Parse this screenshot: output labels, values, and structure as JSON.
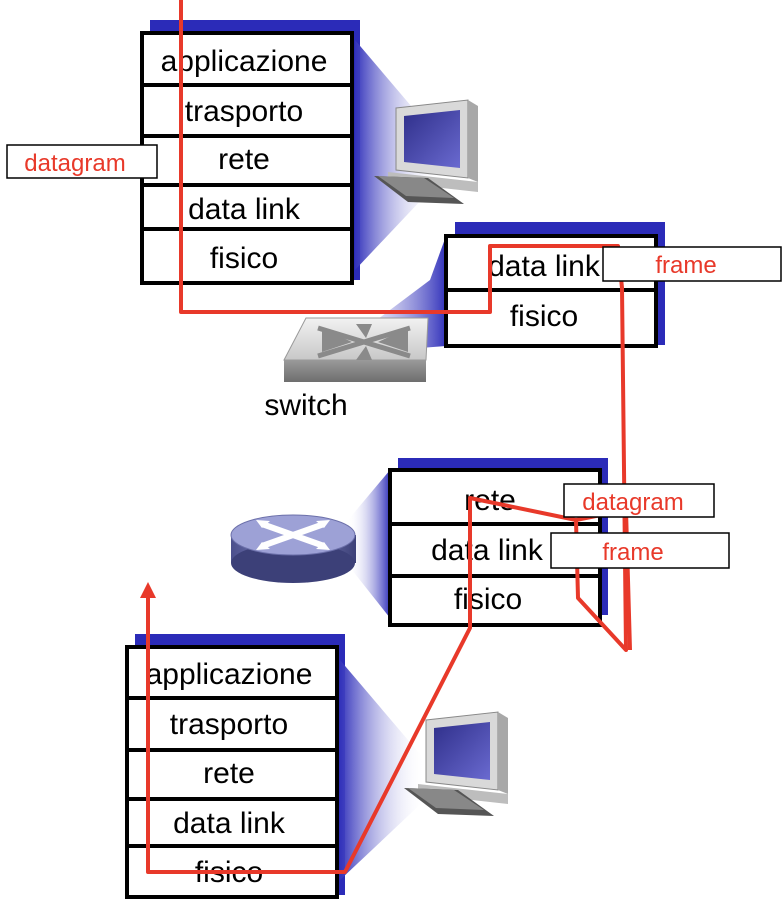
{
  "host_top": {
    "layers": [
      "applicazione",
      "trasporto",
      "rete",
      "data link",
      "fisico"
    ]
  },
  "switch_device": {
    "layers": [
      "data link",
      "fisico"
    ],
    "label": "switch"
  },
  "router_device": {
    "layers": [
      "rete",
      "data link",
      "fisico"
    ]
  },
  "host_bottom": {
    "layers": [
      "applicazione",
      "trasporto",
      "rete",
      "data link",
      "fisico"
    ]
  },
  "message_labels": {
    "datagram_host": "datagram",
    "frame_switch": "frame",
    "datagram_router": "datagram",
    "frame_router": "frame"
  },
  "colors": {
    "path": "#e8392a",
    "stack_shadow": "#2b2bb8",
    "border": "#000000",
    "label_text": "#e8392a"
  },
  "icons": [
    "desktop-computer-icon",
    "ethernet-switch-icon",
    "router-icon"
  ]
}
